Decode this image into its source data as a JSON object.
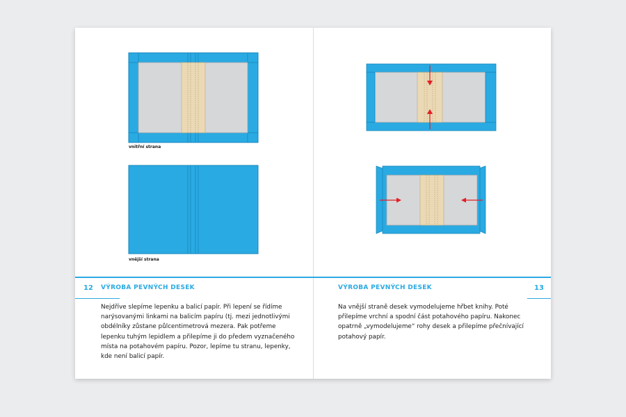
{
  "left_page": {
    "number": "12",
    "heading": "VÝROBA PEVNÝCH DESEK",
    "captions": {
      "inner": "vnitřní strana",
      "outer": "vnější strana"
    },
    "body_lines": [
      "Nejdříve slepíme lepenku a balicí papír. Při lepení se řídíme",
      "narýsovanými linkami na balicím papíru (tj. mezi jednotlivými",
      "obdélníky zůstane půlcentimetrová mezera. Pak potřeme",
      "lepenku tuhým lepidlem a přilepíme ji do předem vyznačeného",
      "místa na potahovém papíru. Pozor, lepíme tu stranu, lepenky,",
      "kde není balicí papír."
    ]
  },
  "right_page": {
    "number": "13",
    "heading": "VÝROBA PEVNÝCH DESEK",
    "body_lines": [
      "Na vnější straně desek vymodelujeme hřbet knihy. Poté",
      "přilepíme vrchní a spodní část potahového papíru. Nakonec",
      "opatrně „vymodelujeme“ rohy desek a přilepíme přečnívající",
      "potahový papír."
    ]
  },
  "colors": {
    "accent": "#2aaae2",
    "cover": "#2aaae2",
    "board": "#d6d7d9",
    "spine": "#ead9b4",
    "arrow": "#e31e24"
  }
}
